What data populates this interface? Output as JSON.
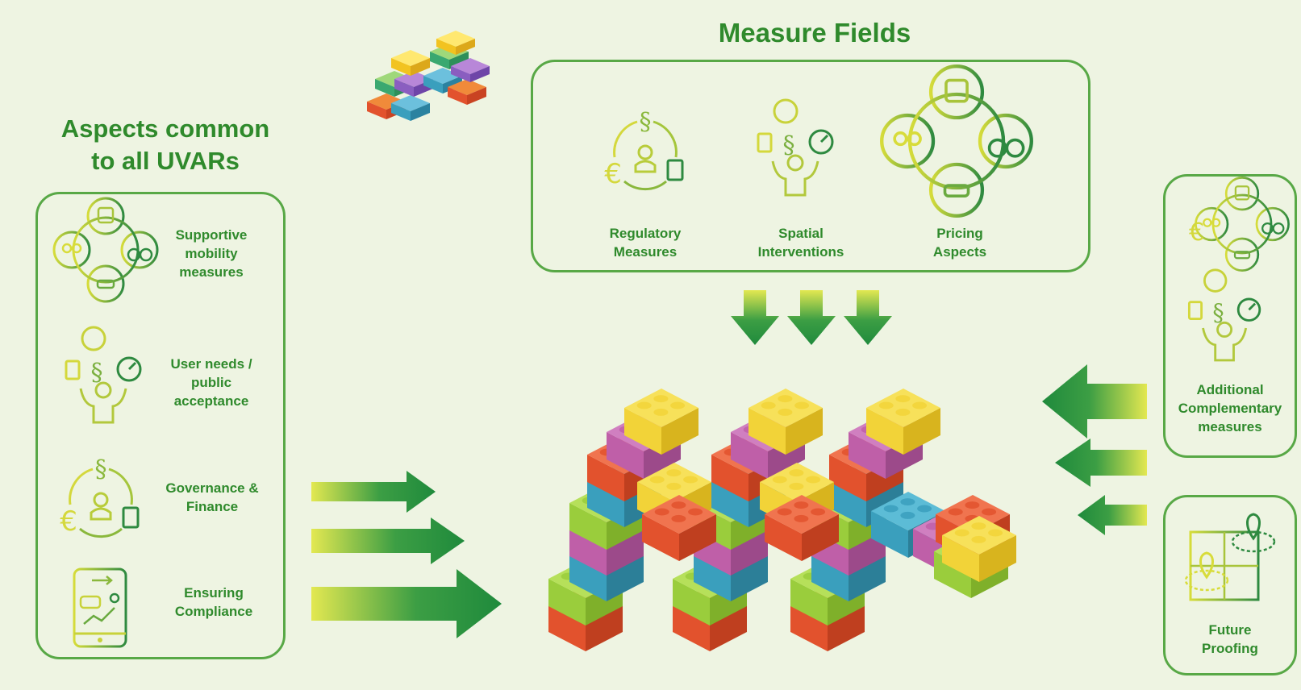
{
  "measure_fields": {
    "title": "Measure Fields",
    "items": [
      {
        "label": "Regulatory\nMeasures",
        "icon": "regulatory-icon"
      },
      {
        "label": "Spatial\nInterventions",
        "icon": "spatial-icon"
      },
      {
        "label": "Pricing\nAspects",
        "icon": "pricing-icon"
      }
    ]
  },
  "common_aspects": {
    "title": "Aspects common\nto all UVARs",
    "items": [
      {
        "label": "Supportive\nmobility\nmeasures",
        "icon": "mobility-circle-icon"
      },
      {
        "label": "User needs /\npublic\nacceptance",
        "icon": "user-needs-icon"
      },
      {
        "label": "Governance &\nFinance",
        "icon": "governance-icon"
      },
      {
        "label": "Ensuring\nCompliance",
        "icon": "phone-compliance-icon"
      }
    ]
  },
  "right_panels": {
    "additional": {
      "label": "Additional\nComplementary\nmeasures",
      "icon": "complementary-icon"
    },
    "future": {
      "label": "Future\nProofing",
      "icon": "map-pin-icon"
    }
  },
  "colors": {
    "brand_green": "#2f8a2c",
    "border_green": "#58a846",
    "arrow_dark": "#1f8a3c",
    "arrow_light": "#e3e851",
    "brick_yellow": "#f2d338",
    "brick_green": "#9acd3c",
    "brick_purple": "#bf5fa8",
    "brick_red": "#e2522d",
    "brick_blue": "#3a9fbd"
  }
}
